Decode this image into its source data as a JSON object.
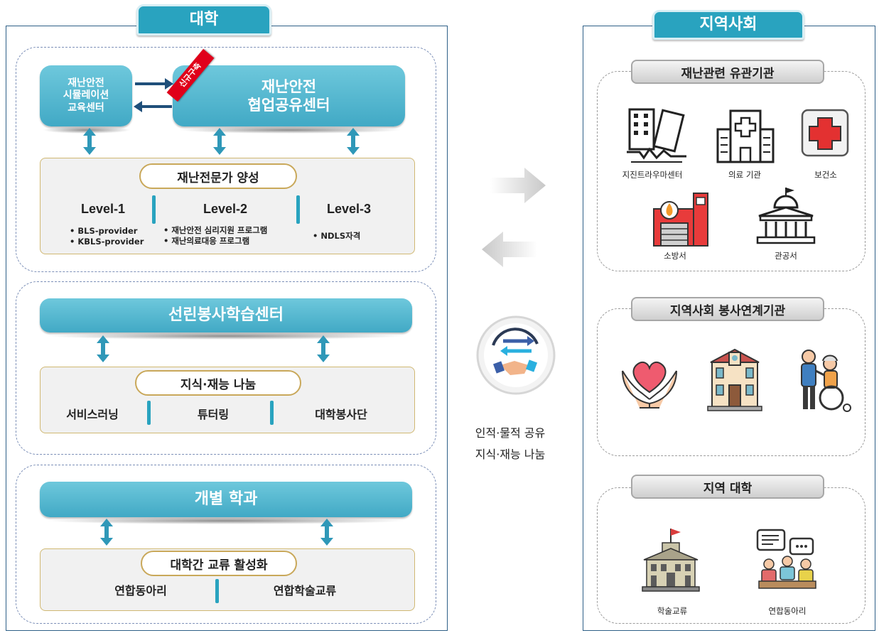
{
  "university": {
    "tab": "대학",
    "sim_center": "재난안전\n시뮬레이션\n교육센터",
    "new_badge": "신규구축",
    "collab_center": "재난안전\n협업공유센터",
    "expert": {
      "pill": "재난전문가 양성",
      "levels": [
        {
          "title": "Level-1",
          "items": [
            "• BLS-provider",
            "• KBLS-provider"
          ]
        },
        {
          "title": "Level-2",
          "items": [
            "• 재난안전 심리지원 프로그램",
            "• 재난의료대응 프로그램"
          ]
        },
        {
          "title": "Level-3",
          "items": [
            "• NDLS자격"
          ]
        }
      ]
    },
    "service_center": "선린봉사학습센터",
    "knowledge": {
      "pill": "지식·재능 나눔",
      "items": [
        "서비스러닝",
        "튜터링",
        "대학봉사단"
      ]
    },
    "dept": "개별 학과",
    "exchange": {
      "pill": "대학간 교류 활성화",
      "items": [
        "연합동아리",
        "연합학술교류"
      ]
    }
  },
  "middle": {
    "line1": "인적·물적 공유",
    "line2": "지식·재능 나눔"
  },
  "community": {
    "tab": "지역사회",
    "disaster_orgs": {
      "title": "재난관련 유관기관",
      "icons": [
        {
          "name": "building-collapse-icon",
          "label": "지진트라우마센터"
        },
        {
          "name": "hospital-icon",
          "label": "의료 기관"
        },
        {
          "name": "red-cross-icon",
          "label": "보건소"
        },
        {
          "name": "fire-station-icon",
          "label": "소방서"
        },
        {
          "name": "government-building-icon",
          "label": "관공서"
        }
      ]
    },
    "service_orgs": {
      "title": "지역사회 봉사연계기관",
      "icons": [
        "heart-hands-icon",
        "welfare-house-icon",
        "wheelchair-care-icon"
      ]
    },
    "local_univ": {
      "title": "지역 대학",
      "icons": [
        {
          "name": "university-building-icon",
          "label": "학술교류"
        },
        {
          "name": "club-meeting-icon",
          "label": "연합동아리"
        }
      ]
    }
  },
  "colors": {
    "accent": "#29a3bf",
    "border": "#2e5f87",
    "gold": "#c9a85a",
    "badge": "#e0001a"
  }
}
